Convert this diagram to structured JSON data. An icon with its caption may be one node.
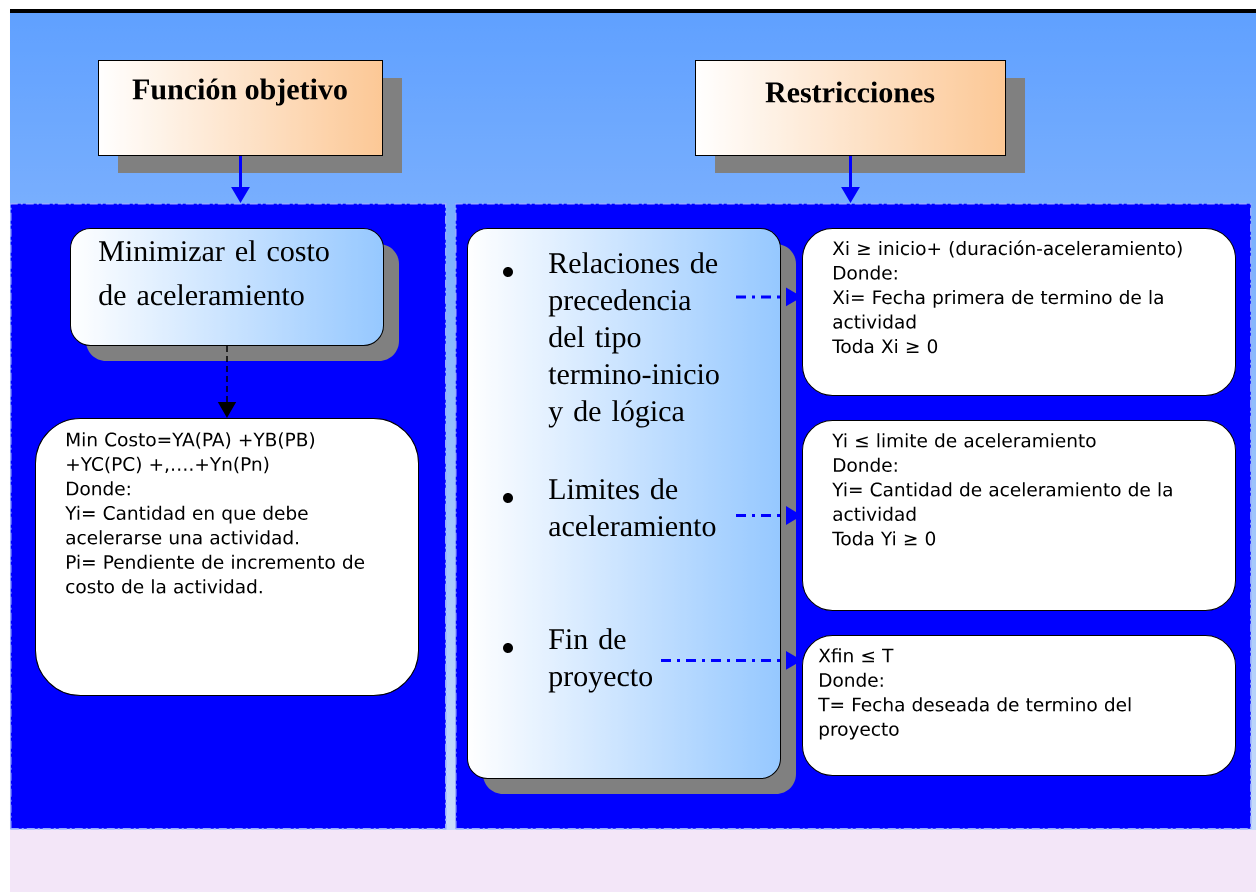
{
  "diagram": {
    "nodes": [
      {
        "text": [
          "Función objetivo"
        ]
      },
      {
        "text": [
          "Restricciones"
        ]
      },
      {
        "text": [],
        "shape": "box"
      },
      {
        "text": [],
        "shape": "box"
      },
      {
        "text": [
          "Minimizar el costo de aceleramiento"
        ],
        "in": 2
      },
      {
        "text": [
          "Min Costo=YA(PA) +YB(PB) +YC(PC) +,….+Yn(Pn)",
          "Donde:",
          "Yi= Cantidad en que debe acelerarse una actividad.",
          "Pi= Pendiente de incremento de costo de la actividad."
        ],
        "in": 2
      },
      {
        "text": [
          "Relaciones de precedencia del tipo termino-inicio y de lógica",
          "Limites de aceleramiento",
          "Fin de proyecto"
        ],
        "in": 3
      },
      {
        "text": [
          "Xi ≥ inicio+ (duración-aceleramiento)",
          "Donde:",
          "Xi= Fecha primera de termino de la actividad",
          "Toda Xi ≥ 0"
        ],
        "in": 3
      },
      {
        "text": [
          "Yi ≤ limite de aceleramiento",
          "Donde:",
          "Yi= Cantidad de aceleramiento de la actividad",
          "Toda Yi ≥ 0"
        ],
        "in": 3
      },
      {
        "text": [
          "Xfin ≤ T",
          "Donde:",
          "T= Fecha deseada de termino del proyecto"
        ],
        "in": 3
      }
    ],
    "edges": [
      {
        "from": 0,
        "to": 2,
        "arrow": "to"
      },
      {
        "from": 1,
        "to": 3,
        "arrow": "to"
      },
      {
        "from": 4,
        "to": 5,
        "arrow": "to",
        "style": "dashed",
        "color": "#000000"
      },
      {
        "from": 6,
        "to": 7,
        "arrow": "to",
        "style": "dashed"
      },
      {
        "from": 6,
        "to": 8,
        "arrow": "to",
        "style": "dashed"
      },
      {
        "from": 6,
        "to": 9,
        "arrow": "to",
        "style": "dashed"
      }
    ]
  }
}
